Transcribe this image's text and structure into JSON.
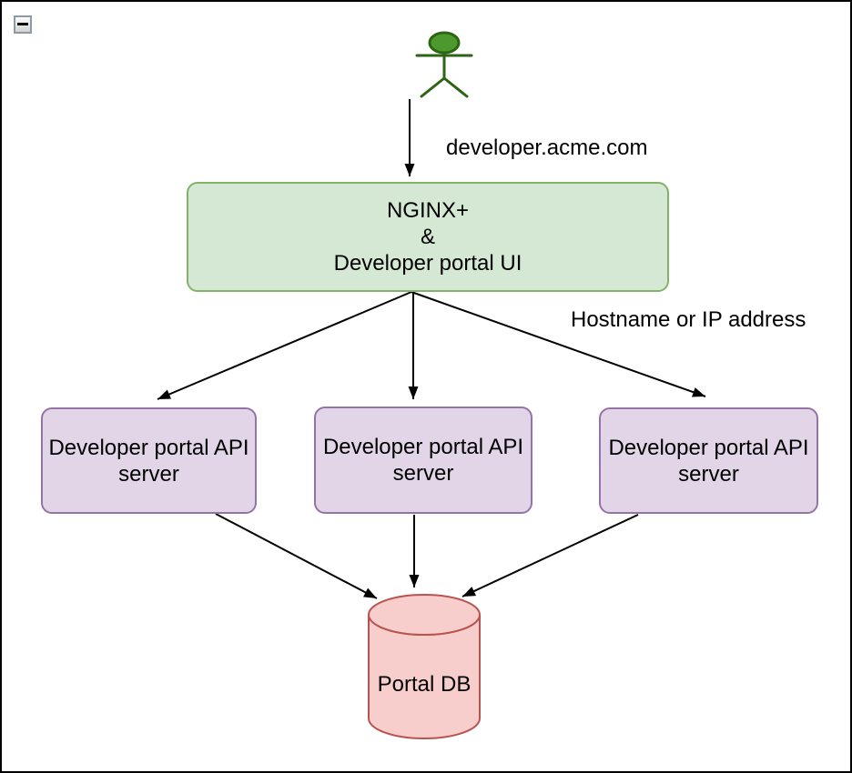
{
  "colors": {
    "gateway_fill": "#d5e8d4",
    "gateway_stroke": "#82b366",
    "api_server_fill": "#e1d5e7",
    "api_server_stroke": "#9673a6",
    "db_fill": "#f8cecc",
    "db_stroke": "#b85450",
    "actor_fill": "#4c9a2e",
    "actor_stroke": "#2d6414",
    "edge_color": "#000000"
  },
  "controls": {
    "collapse_symbol": "minus"
  },
  "edge_labels": {
    "actor_to_gateway": "developer.acme.com",
    "gateway_to_servers": "Hostname or IP address"
  },
  "nodes": {
    "gateway": {
      "label": "NGINX+\n&\nDeveloper portal UI"
    },
    "api_servers": [
      {
        "label": "Developer portal API\nserver"
      },
      {
        "label": "Developer portal API\nserver"
      },
      {
        "label": "Developer portal API\nserver"
      }
    ],
    "database": {
      "label": "Portal DB"
    }
  }
}
